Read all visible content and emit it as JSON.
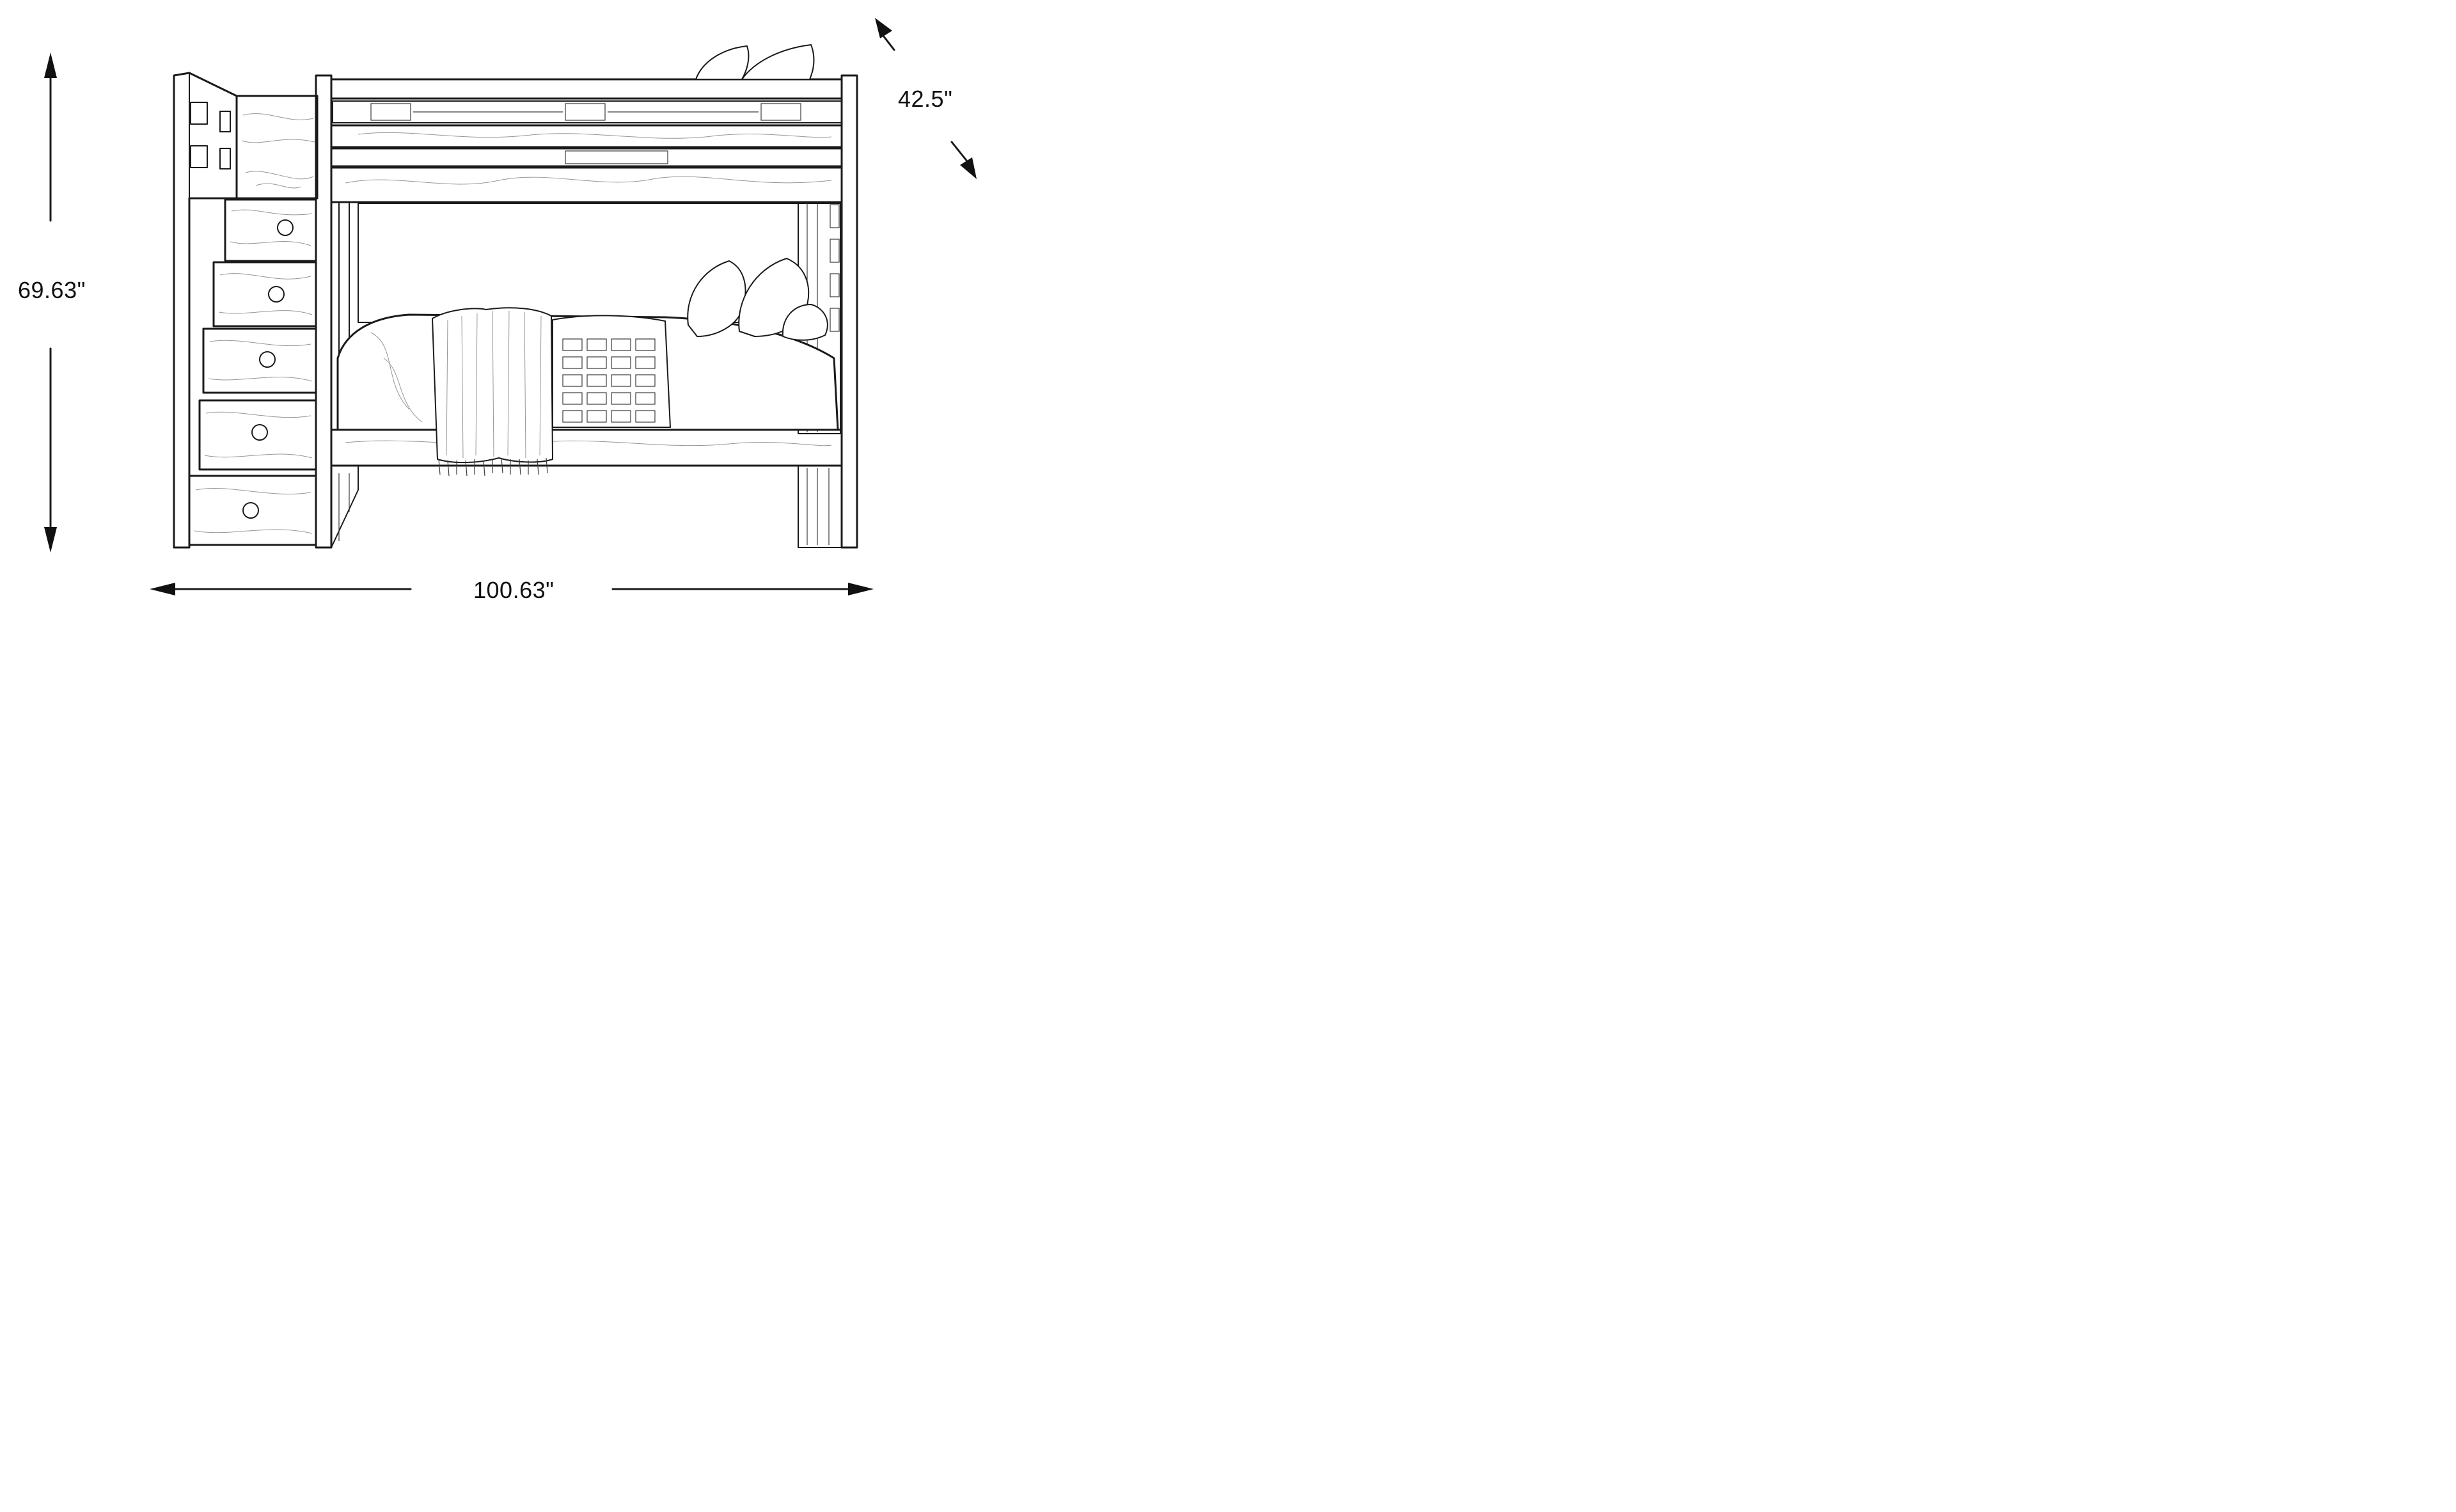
{
  "diagram": {
    "title": "Bunk bed with stair drawers – dimension drawing",
    "style": "black-and-white line sketch",
    "colors": {
      "background": "#ffffff",
      "line": "#1a1a1a",
      "text": "#111111"
    },
    "dimensions": {
      "height": {
        "label": "69.63\"",
        "value": 69.63,
        "unit": "in",
        "orientation": "vertical",
        "position": "left"
      },
      "width": {
        "label": "100.63\"",
        "value": 100.63,
        "unit": "in",
        "orientation": "horizontal",
        "position": "bottom"
      },
      "depth": {
        "label": "42.5\"",
        "value": 42.5,
        "unit": "in",
        "orientation": "diagonal",
        "position": "top-right"
      }
    },
    "components": {
      "staircase_drawers": 5,
      "beds": [
        "upper bunk",
        "lower bunk"
      ],
      "upper_pillows": 2,
      "lower_pillows": 3,
      "lower_items": [
        "patterned quilt",
        "knit throw blanket with fringe"
      ]
    }
  }
}
